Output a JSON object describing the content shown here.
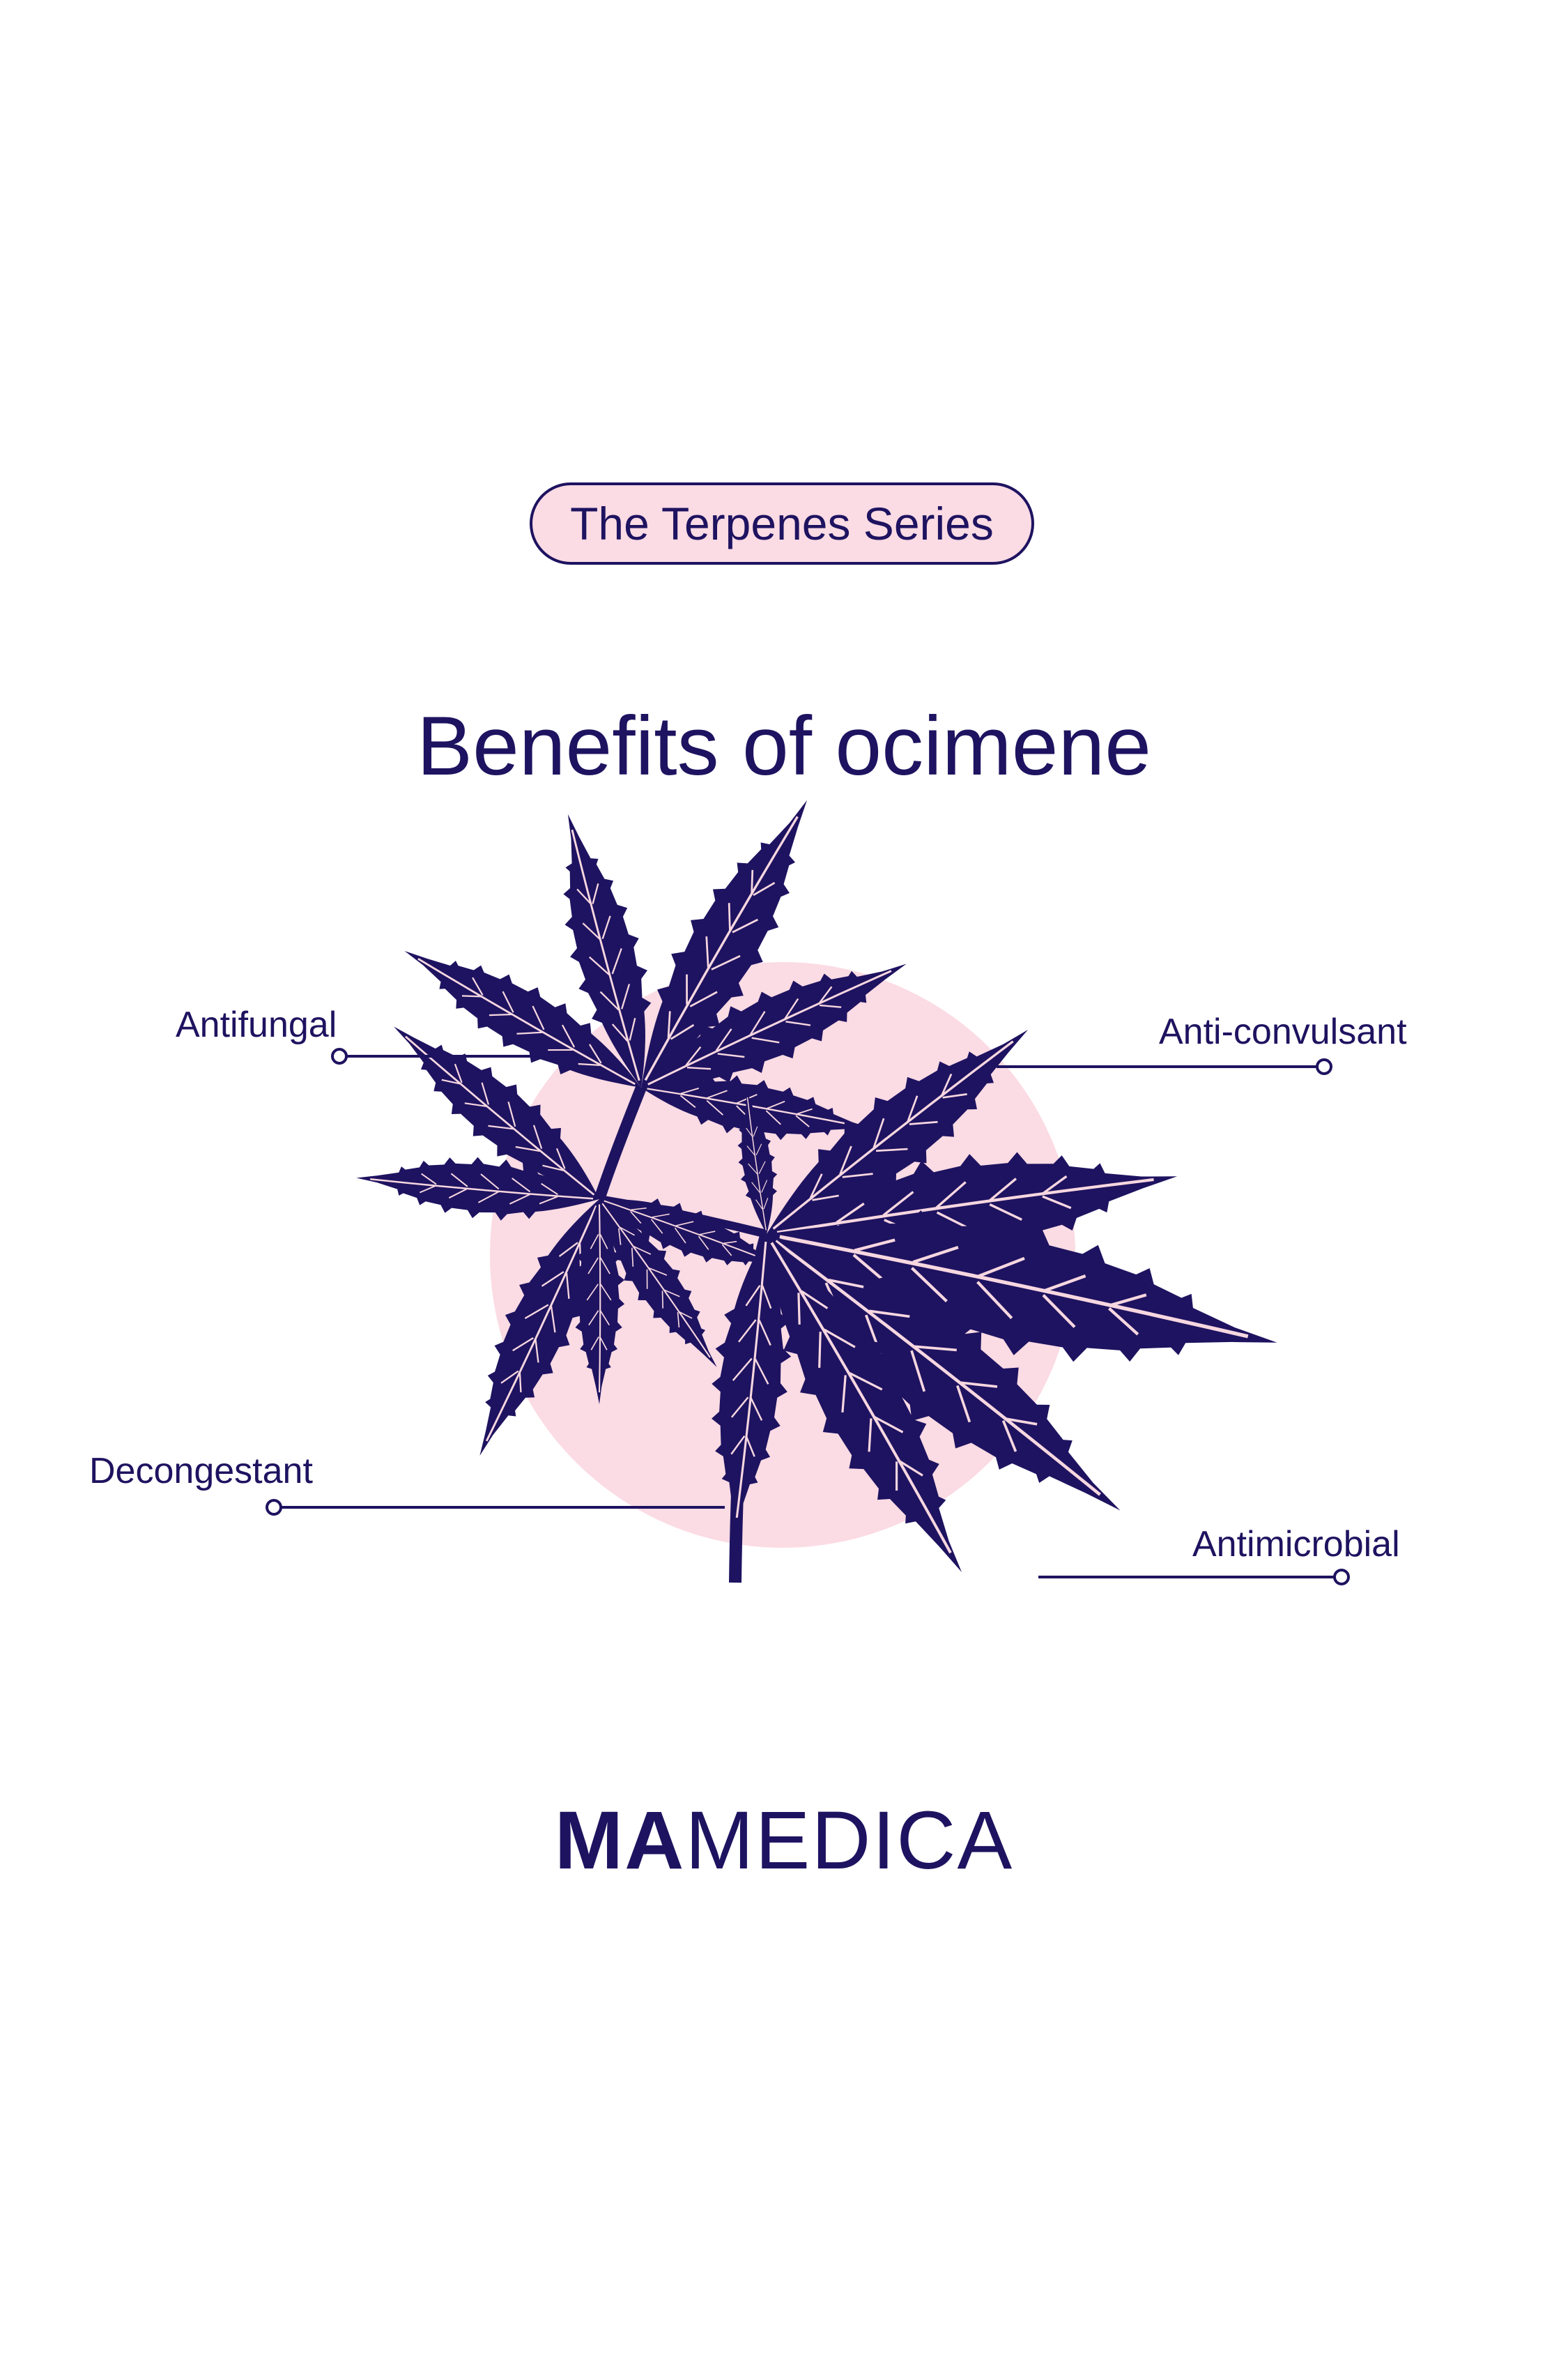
{
  "badge": "The Terpenes Series",
  "title": "Benefits of ocimene",
  "benefits": {
    "antifungal": "Antifungal",
    "anticonvulsant": "Anti-convulsant",
    "decongestant": "Decongestant",
    "antimicrobial": "Antimicrobial"
  },
  "logo": {
    "bold": "MA",
    "light": "MEDICA"
  },
  "colors": {
    "navy": "#1e1360",
    "pink": "#fbdbe4",
    "background": "#ffffff"
  },
  "icons": [
    "cannabis-leaf-icon"
  ]
}
